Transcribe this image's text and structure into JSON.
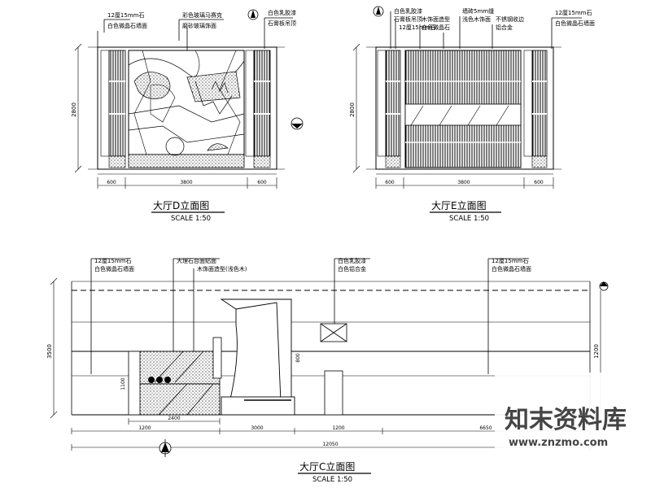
{
  "drawings": [
    {
      "id": "d",
      "title": "大厅D立面图",
      "scale": "SCALE 1:50",
      "callouts": [
        "12厘15mm石",
        "白色微晶石墙面",
        "彩色玻璃马赛克",
        "磨砂玻璃饰面",
        "白色乳胶漆",
        "石膏板吊顶"
      ],
      "dims": {
        "height": "2800",
        "width_center": "3800",
        "width_side": "600"
      }
    },
    {
      "id": "e",
      "title": "大厅E立面图",
      "scale": "SCALE 1:50",
      "callouts": [
        "白色乳胶漆",
        "石膏板吊顶",
        "12厘15mm石",
        "木饰面造型",
        "白色微晶石",
        "墙砖5mm缝",
        "浅色木饰面",
        "不锈钢收边",
        "铝合金",
        "12厘15mm石",
        "白色微晶石墙面"
      ],
      "dims": {
        "height": "2800",
        "width_center": "3800",
        "width_side": "600"
      }
    },
    {
      "id": "c",
      "title": "大厅C立面图",
      "scale": "SCALE 1:50",
      "callouts": [
        "12厘15mm石",
        "白色微晶石墙面",
        "大理石台面贴面",
        "木饰面造型(浅色木)",
        "白色乳胶漆",
        "白色铝合金",
        "12厘15mm石",
        "白色微晶石墙面"
      ],
      "dims": {
        "height": "3500",
        "total": "12050",
        "seg1": "1200",
        "seg2": "3000",
        "seg3": "1200",
        "seg4": "6650",
        "counter": "2400",
        "counter_h": "1100",
        "side_h": "800",
        "right_h": "1200"
      }
    }
  ],
  "watermark": {
    "cn": "知末资料库",
    "url": "www.znzmo.com"
  }
}
